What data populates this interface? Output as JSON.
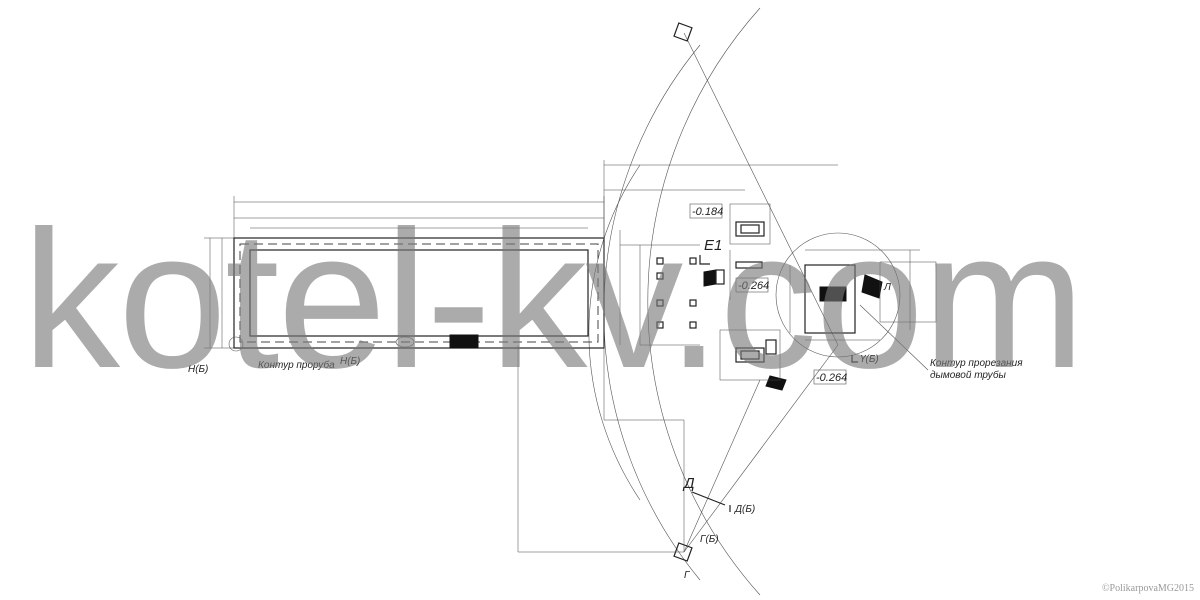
{
  "labels": {
    "e1": "Е1",
    "d_left": "Д",
    "d_right": "Д(Б)",
    "g_left": "Г",
    "g_right": "Г(Б)",
    "g_bottom": "Г",
    "y_b": "Ү(Б)",
    "l_right": "Л",
    "n_left": "Н(Б)",
    "n_mid": "Н(Б)"
  },
  "elevations": {
    "top": "-0.184",
    "mid": "-0.264",
    "bottom": "-0.264"
  },
  "notes": {
    "contour_left": "Контур проруба",
    "contour_right_line1": "Контур прорезания",
    "contour_right_line2": "дымовой трубы"
  },
  "watermark": "kotel-kv.com",
  "copyright": "©PolikarpovaMG2015"
}
